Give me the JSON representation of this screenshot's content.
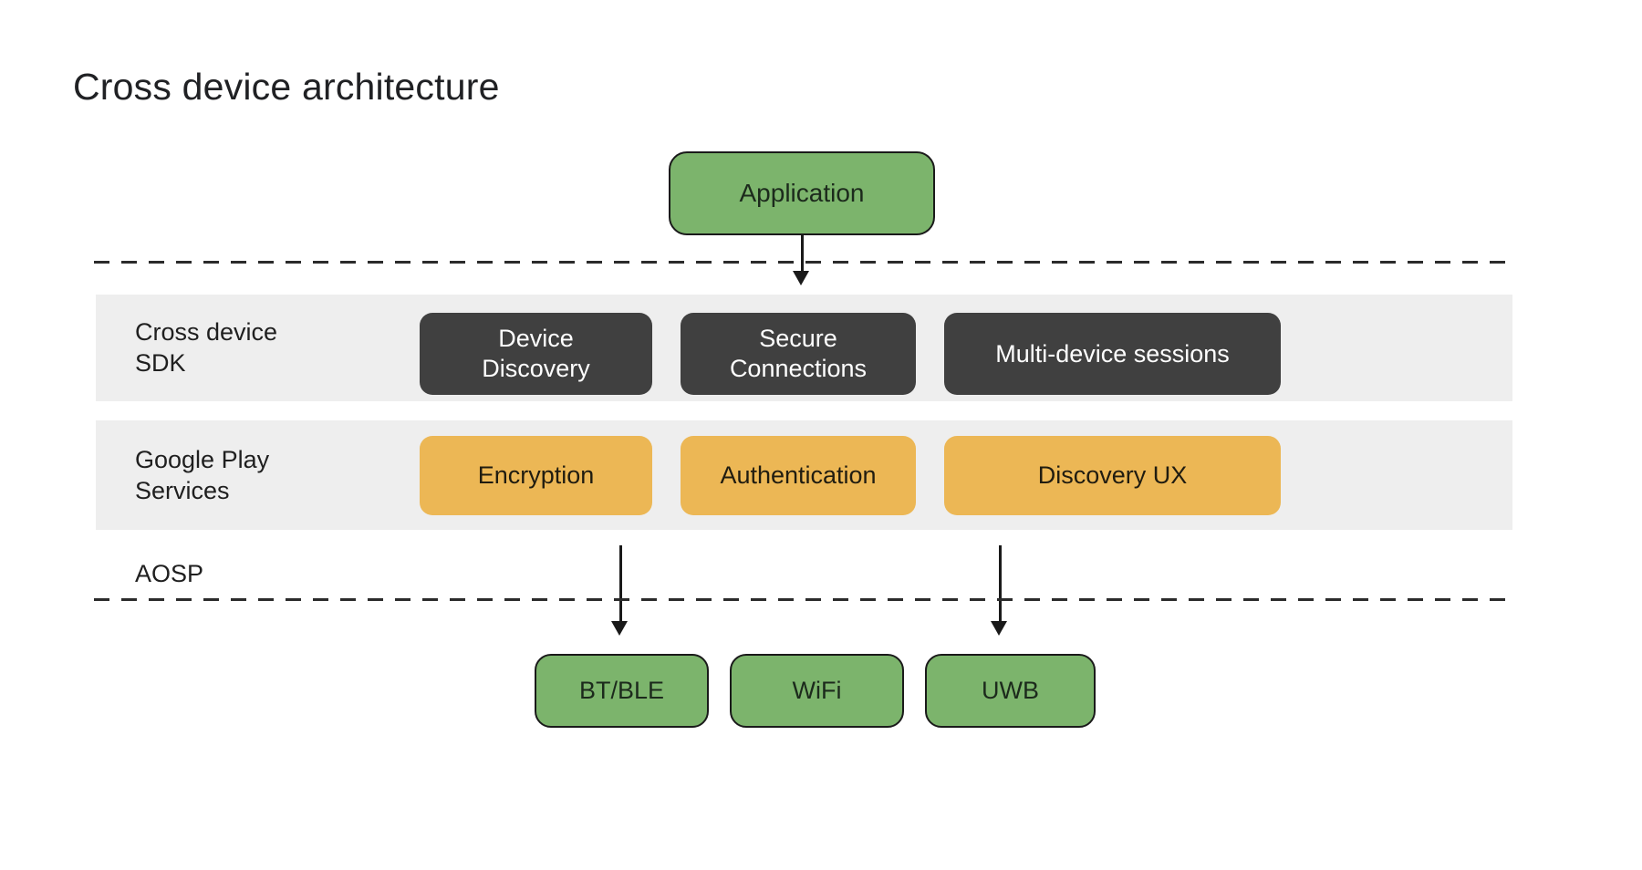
{
  "title": "Cross device architecture",
  "diagram": {
    "application_label": "Application",
    "sdk_row": {
      "label": "Cross device\nSDK",
      "box1": "Device\nDiscovery",
      "box2": "Secure\nConnections",
      "box3": "Multi-device sessions"
    },
    "gps_row": {
      "label": "Google Play\nServices",
      "box1": "Encryption",
      "box2": "Authentication",
      "box3": "Discovery UX"
    },
    "aosp_label": "AOSP",
    "transport_row": {
      "box1": "BT/BLE",
      "box2": "WiFi",
      "box3": "UWB"
    }
  },
  "colors": {
    "green_fill": "#7CB46C",
    "dark_fill": "#404040",
    "yellow_fill": "#ECB755",
    "band_fill": "#EEEEEE",
    "outline": "#1A1A1A",
    "text_dark": "#202124",
    "text_light": "#FFFFFF",
    "background": "#FFFFFF"
  }
}
